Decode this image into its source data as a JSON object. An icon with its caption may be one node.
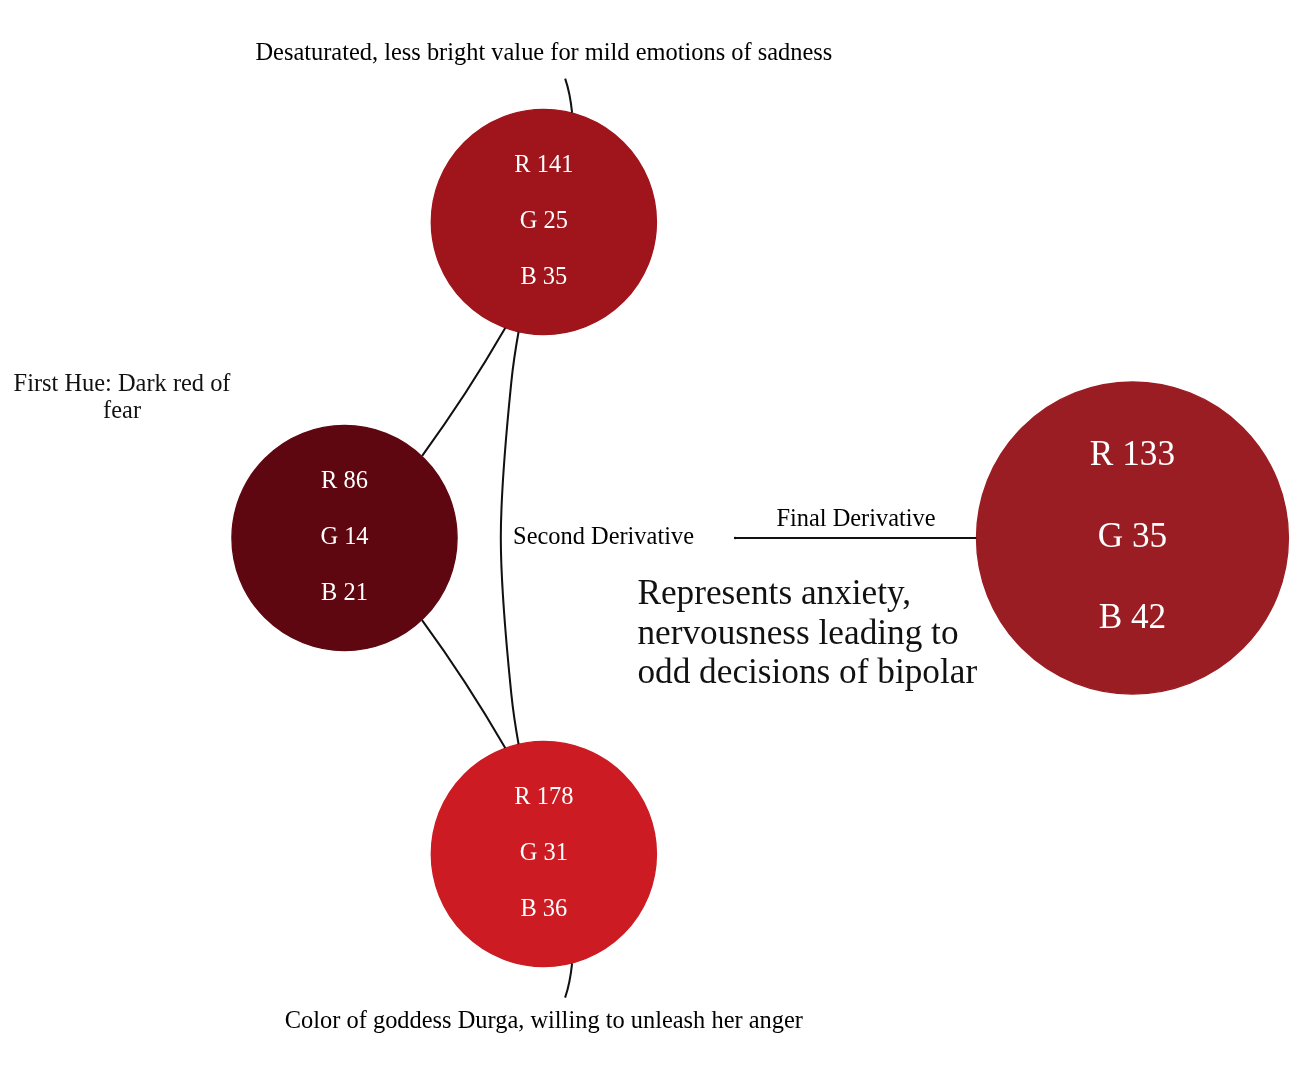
{
  "diagram": {
    "nodes": [
      {
        "text": [
          "R 86",
          "G 14",
          "B 21"
        ],
        "beside": [
          "First Hue: Dark red of fear"
        ]
      },
      {
        "text": [
          "R 141",
          "G 25",
          "B 35"
        ]
      },
      {
        "text": [
          "R 178",
          "G 31",
          "B 36"
        ]
      },
      {
        "text": [
          "R 133",
          "G 35",
          "B 42"
        ],
        "beside": [
          "Represents anxiety, nervousness leading to odd decisions of bipolar"
        ]
      },
      {
        "text": [
          "Desaturated, less bright value for mild emotions of sadness"
        ]
      },
      {
        "text": [
          "Color of goddess Durga, willing to unleash her anger"
        ]
      }
    ],
    "edges": [
      {
        "from": 0,
        "to": 1,
        "arrow": "none"
      },
      {
        "from": 0,
        "to": 2,
        "arrow": "none"
      },
      {
        "from": 1,
        "to": 2,
        "arrow": "none",
        "label": "Second Derivative"
      },
      {
        "from": null,
        "to": 3,
        "arrow": "none",
        "label": "Final Derivative"
      },
      {
        "from": 4,
        "to": 1,
        "arrow": "none"
      },
      {
        "from": 5,
        "to": 2,
        "arrow": "none"
      }
    ]
  }
}
